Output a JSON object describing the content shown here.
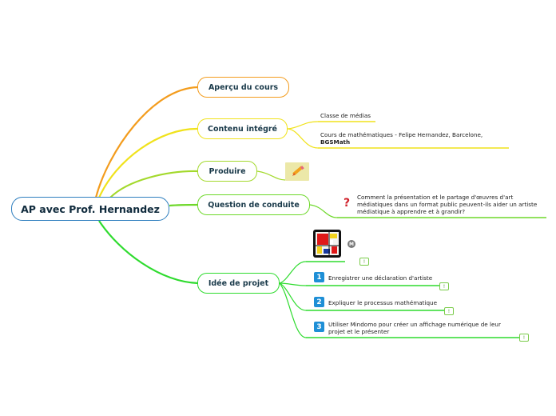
{
  "root": {
    "label": "AP avec Prof. Hernandez"
  },
  "topics": {
    "apercu": "Aperçu du cours",
    "contenu": "Contenu intégré",
    "produire": "Produire",
    "question": "Question de conduite",
    "idee": "Idée de projet"
  },
  "contenu_items": {
    "media": "Classe de médias",
    "math_line1": "Cours de mathématiques - Felipe Hernandez, Barcelone,",
    "math_line2": "BGSMath"
  },
  "question_item": {
    "line1": "Comment la présentation et le partage d'œuvres d'art",
    "line2": "médiatiques dans un format public peuvent-ils aider un artiste",
    "line3": "médiatique à apprendre et à grandir?"
  },
  "idee_items": {
    "n1": "1",
    "step1": "Enregistrer une déclaration d'artiste",
    "n2": "2",
    "step2": "Expliquer le processus mathématique",
    "n3": "3",
    "step3_line1": "Utiliser Mindomo pour créer un affichage numérique de leur",
    "step3_line2": "projet et le présenter"
  },
  "icons": {
    "pencil": "pencil-icon",
    "question": "question-icon",
    "mindomo": "mindomo-icon",
    "mondrian": "mondrian-image"
  },
  "colors": {
    "root_border": "#2f7fbf",
    "apercu": "#f39c1d",
    "contenu": "#f0e21b",
    "produire": "#a3d92c",
    "question": "#6ed82a",
    "idee": "#2edb2e"
  }
}
